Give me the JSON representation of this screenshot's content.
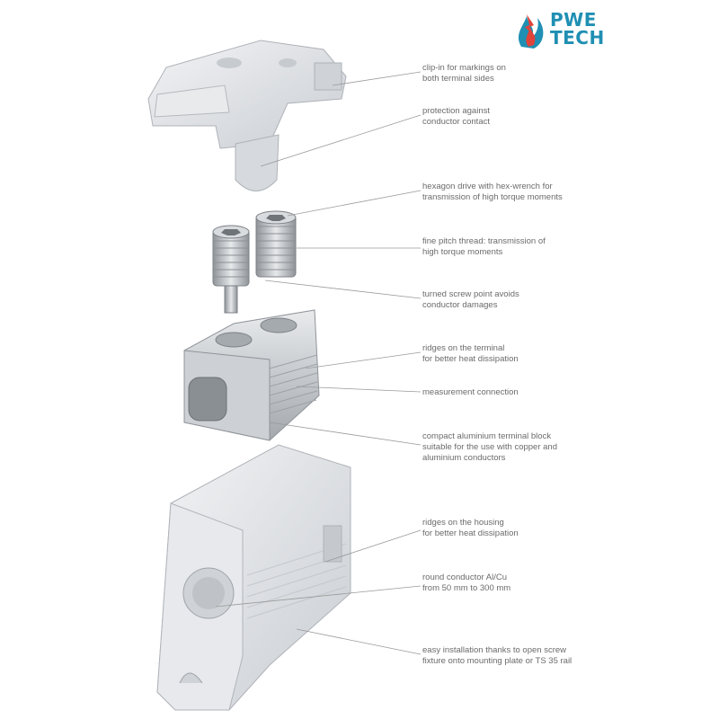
{
  "logo": {
    "line1": "PWE",
    "line2": "TECH",
    "brand_color": "#1f8fb3",
    "accent_color": "#e0433a"
  },
  "labels": [
    "clip-in for markings on\nboth terminal sides",
    "protection against\nconductor contact",
    "hexagon drive with hex-wrench for\ntransmission of high torque moments",
    "fine pitch thread: transmission of\nhigh torque moments",
    "turned screw point avoids\nconductor damages",
    "ridges on the terminal\nfor better heat dissipation",
    "measurement connection",
    "compact aluminium terminal block\nsuitable for the use with copper and\naluminium conductors",
    "ridges on the housing\nfor better heat dissipation",
    "round conductor Al/Cu\nfrom 50 mm to 300 mm",
    "easy installation thanks to open screw\nfixture onto mounting plate or TS 35 rail"
  ],
  "colors": {
    "label_text": "#6b6b6b",
    "leader_line": "#9a9a9a",
    "housing": "#dfe2e6",
    "metal": "#b8bcc0"
  }
}
